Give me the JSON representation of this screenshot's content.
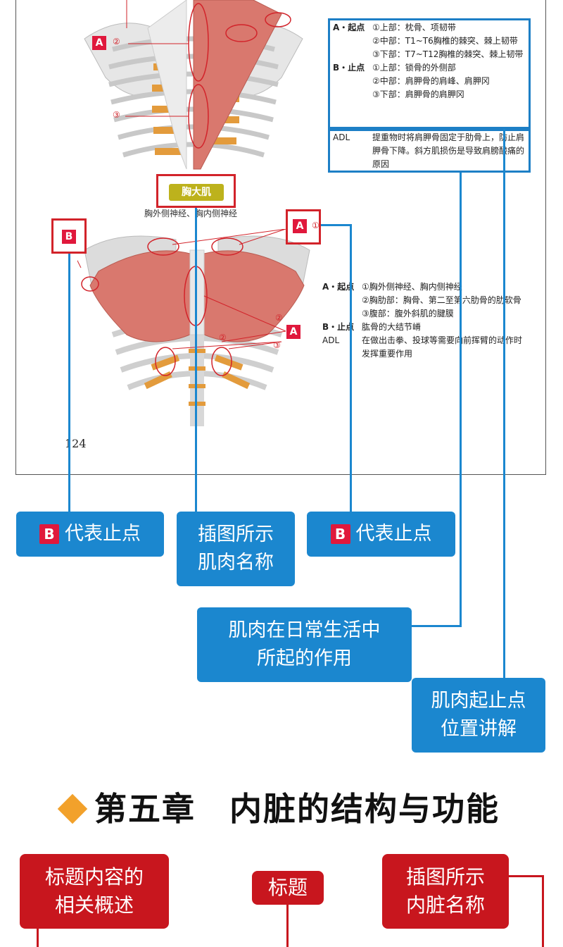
{
  "page_number": "124",
  "trapezius_box": {
    "origin_key": "A・起点",
    "origin_lines": [
      "①上部：枕骨、项韧带",
      "②中部：T1~T6胸椎的棘突、棘上韧带",
      "③下部：T7~T12胸椎的棘突、棘上韧带"
    ],
    "insertion_key": "B・止点",
    "insertion_lines": [
      "①上部：锁骨的外侧部",
      "②中部：肩胛骨的肩峰、肩胛冈",
      "③下部：肩胛骨的肩胛冈"
    ],
    "adl_key": "ADL",
    "adl_text": "提重物时将肩胛骨固定于肋骨上，防止肩胛骨下降。斜方肌损伤是导致肩膀酸痛的原因"
  },
  "pectoralis": {
    "name_label": "胸大肌",
    "nerve_text": "胸外侧神经、胸内侧神经",
    "origin_key": "A・起点",
    "origin_lines": [
      "①胸外侧神经、胸内侧神经",
      "②胸肋部：胸骨、第二至第六肋骨的肋软骨",
      "③腹部：腹外斜肌的腱膜"
    ],
    "insertion_key": "B・止点",
    "insertion_text": "肱骨的大结节嵴",
    "adl_key": "ADL",
    "adl_text": "在做出击拳、投球等需要向前挥臂的动作时发挥重要作用"
  },
  "markers": {
    "a": "A",
    "b": "B",
    "n1": "①",
    "n2": "②",
    "n3": "③"
  },
  "callouts": {
    "b_insertion_left_badge": "B",
    "b_insertion_left_text": "代表止点",
    "muscle_name_line1": "插图所示",
    "muscle_name_line2": "肌肉名称",
    "b_insertion_right_badge": "B",
    "b_insertion_right_text": "代表止点",
    "adl_role_line1": "肌肉在日常生活中",
    "adl_role_line2": "所起的作用",
    "origin_insertion_line1": "肌肉起止点",
    "origin_insertion_line2": "位置讲解"
  },
  "chapter": {
    "title": "第五章　内脏的结构与功能"
  },
  "red_callouts": {
    "overview_line1": "标题内容的",
    "overview_line2": "相关概述",
    "title": "标题",
    "organ_line1": "插图所示",
    "organ_line2": "内脏名称"
  },
  "colors": {
    "callout_blue": "#1b87cf",
    "callout_red": "#c8161e",
    "marker_red": "#e0183c",
    "accent_orange": "#f2a12b",
    "muscle_red": "#d9786e"
  }
}
